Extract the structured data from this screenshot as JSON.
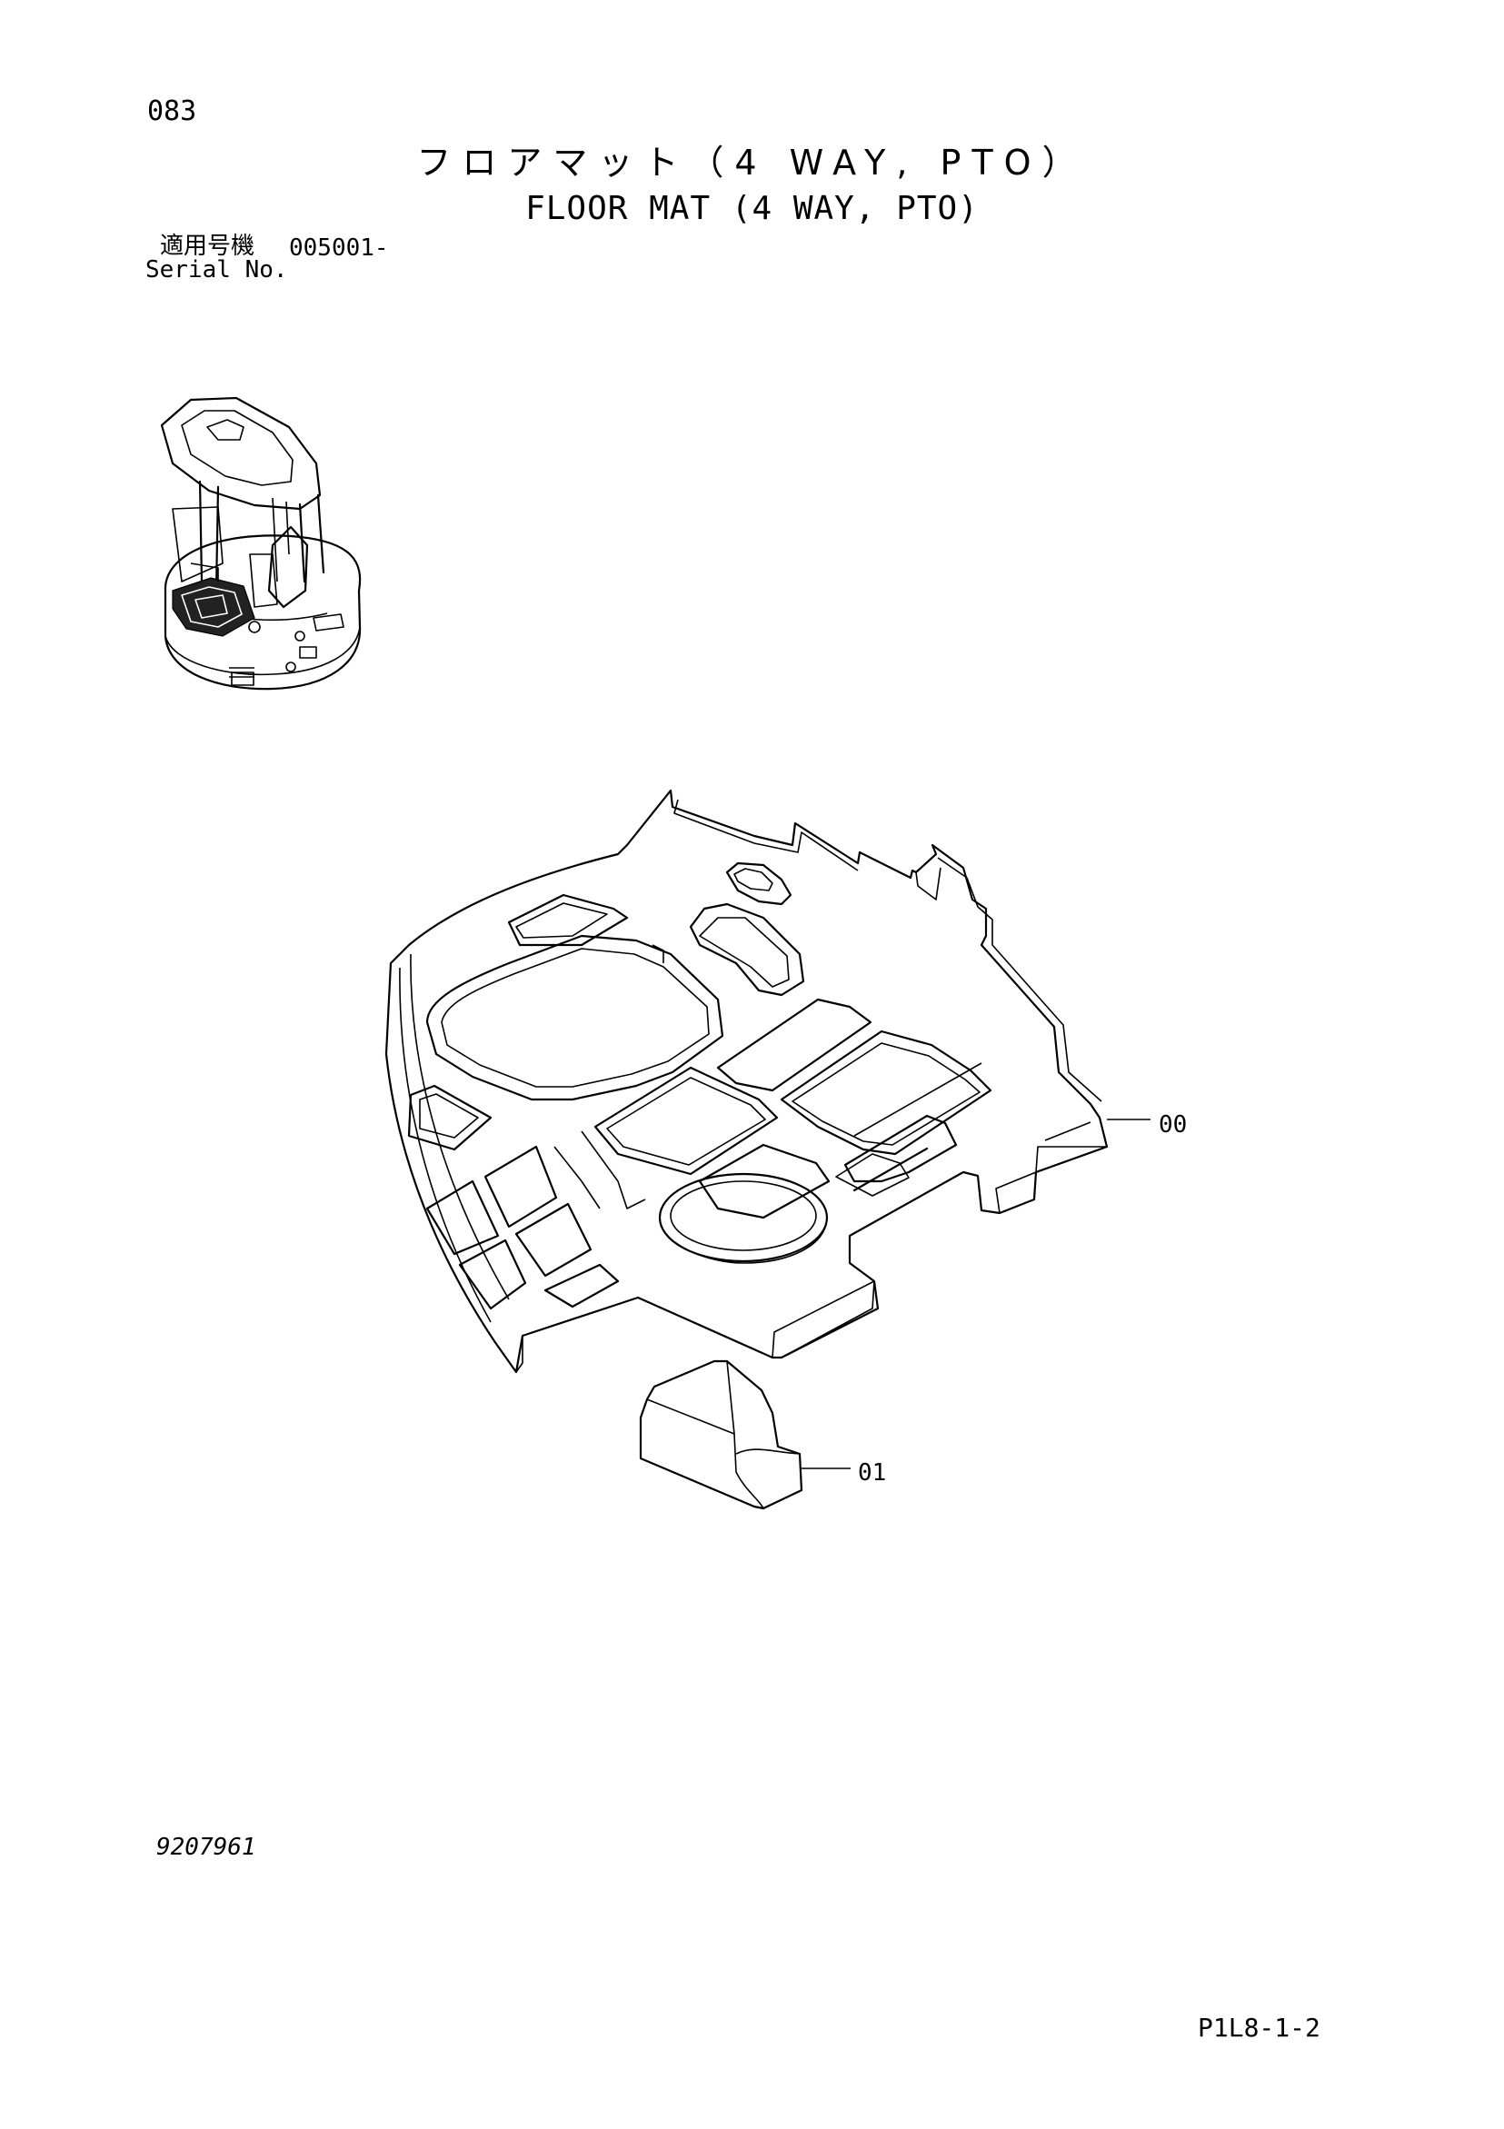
{
  "page": {
    "number": "083",
    "title_ja": "フロアマット（4 WAY, PTO）",
    "title_en": "FLOOR MAT (4 WAY, PTO)",
    "serial_label_ja": "適用号機",
    "serial_value": "005001-",
    "serial_label_en": "Serial No.",
    "document_id": "9207961",
    "sheet_code": "P1L8-1-2"
  },
  "callouts": [
    {
      "id": "00"
    },
    {
      "id": "01"
    }
  ]
}
